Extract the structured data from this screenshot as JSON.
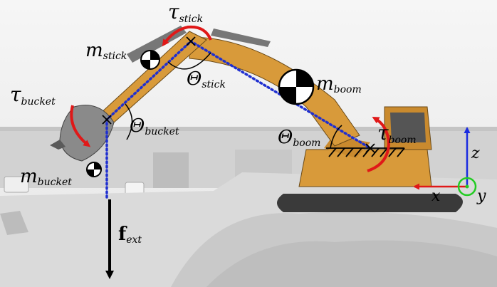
{
  "labels": {
    "tau": "τ",
    "m": "m",
    "theta": "Θ",
    "stick": "stick",
    "bucket": "bucket",
    "boom": "boom",
    "f": "f",
    "ext": "ext",
    "x": "x",
    "y": "y",
    "z": "z"
  },
  "colors": {
    "link_dotted": "#1f2fd0",
    "torque_arrow": "#e01818",
    "force_arrow": "#000000",
    "axis_x": "#e01818",
    "axis_y": "#22cc22",
    "axis_z": "#1a2be0",
    "machine_body": "#d89a3a"
  }
}
